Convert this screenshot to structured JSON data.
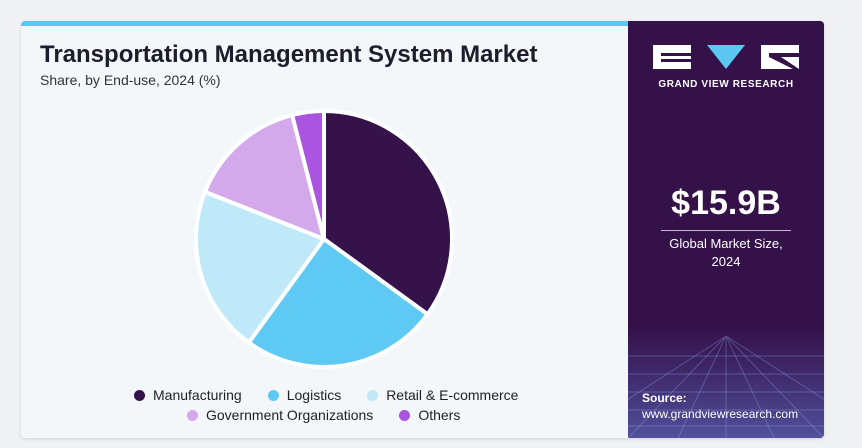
{
  "header": {
    "title": "Transportation Management System Market",
    "subtitle": "Share, by End-use, 2024 (%)"
  },
  "colors": {
    "accent_bar": "#5bc7f2",
    "side_panel": "#35114a",
    "chart_background": "#f3f7fa"
  },
  "chart_data": {
    "type": "pie",
    "categories": [
      "Manufacturing",
      "Logistics",
      "Retail & E-commerce",
      "Government Organizations",
      "Others"
    ],
    "values": [
      35,
      25,
      21,
      15,
      4
    ],
    "colors": [
      "#36124a",
      "#5ecaf4",
      "#bfe8f8",
      "#d4a9ec",
      "#a955df"
    ],
    "legend_position": "bottom"
  },
  "legend": {
    "row1": [
      "Manufacturing",
      "Logistics",
      "Retail & E-commerce"
    ],
    "row2": [
      "Government Organizations",
      "Others"
    ]
  },
  "side_panel": {
    "brand": "GRAND VIEW RESEARCH",
    "market_size": "$15.9B",
    "market_size_caption_line1": "Global Market Size,",
    "market_size_caption_line2": "2024",
    "source_label": "Source:",
    "source_url": "www.grandviewresearch.com"
  }
}
